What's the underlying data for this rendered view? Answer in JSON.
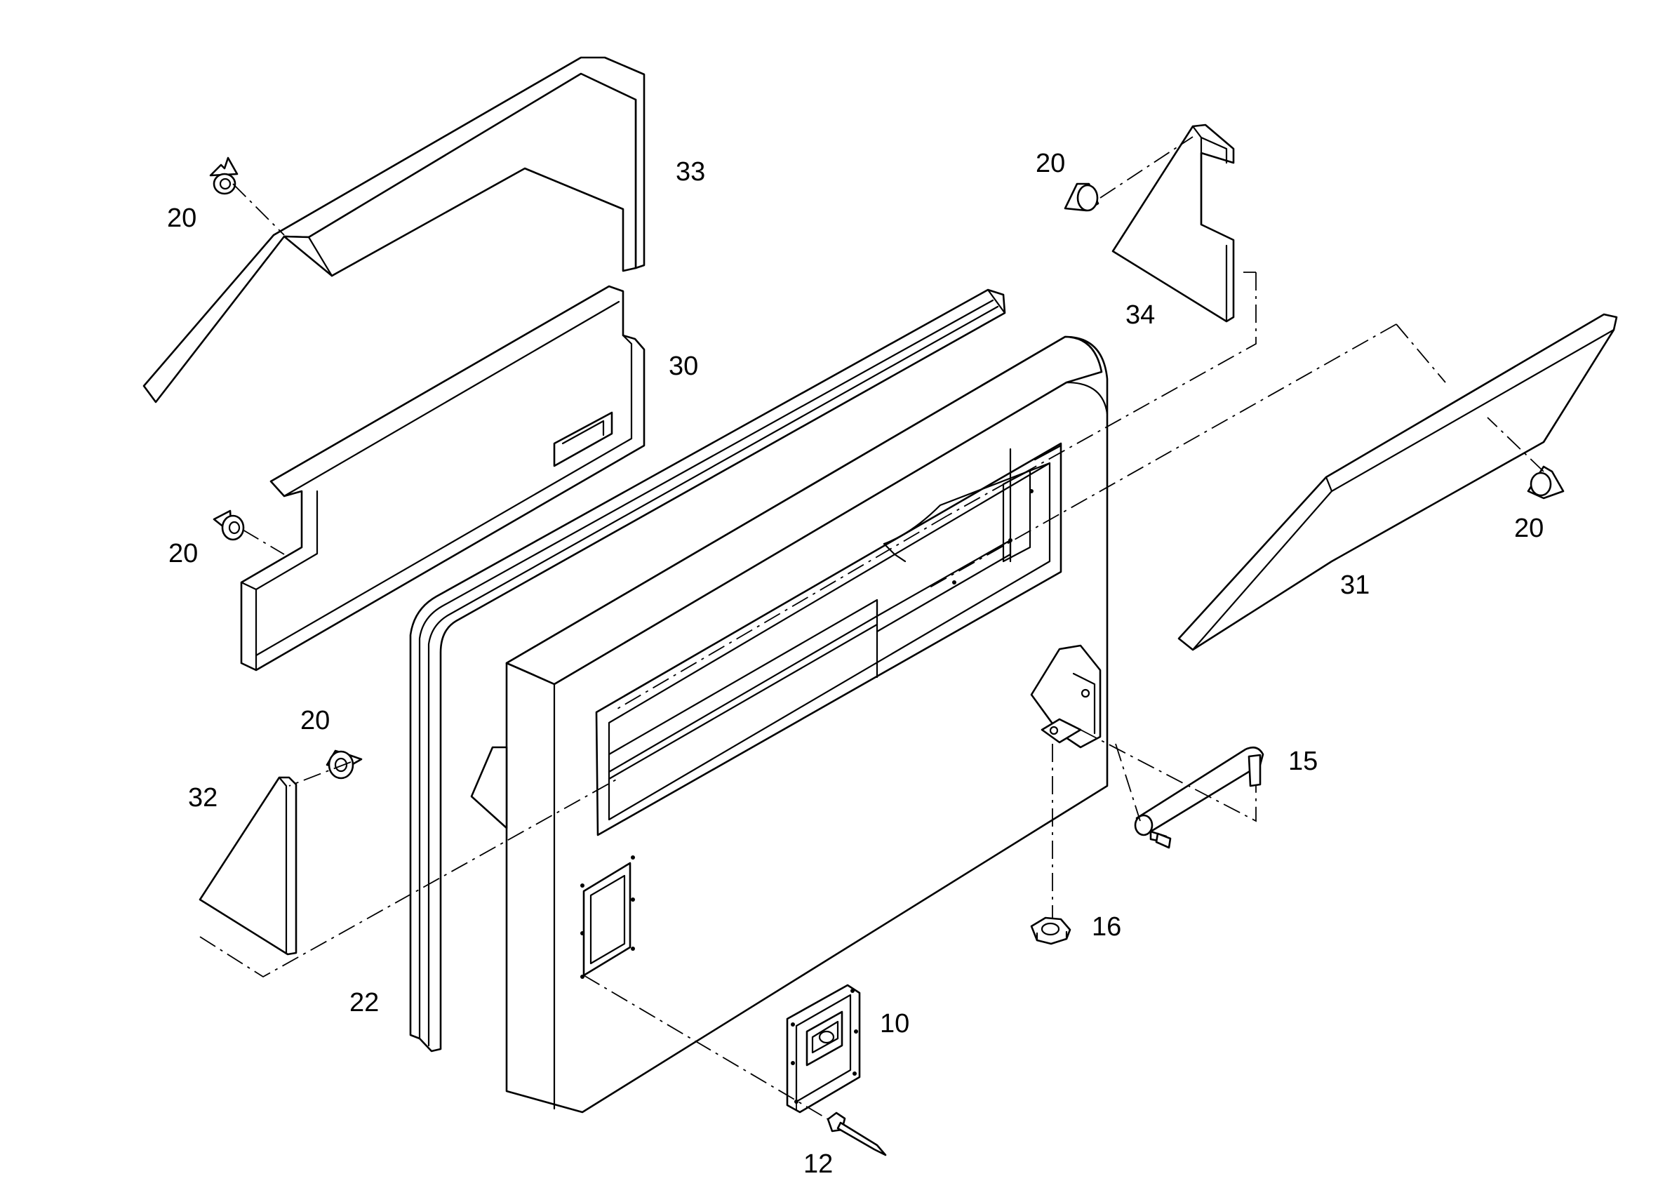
{
  "diagram": {
    "callouts": {
      "c20_top_left": "20",
      "c33": "33",
      "c20_top_right": "20",
      "c34": "34",
      "c30": "30",
      "c20_mid_left": "20",
      "c20_right": "20",
      "c31": "31",
      "c20_lower_left": "20",
      "c32": "32",
      "c15": "15",
      "c16": "16",
      "c22": "22",
      "c10": "10",
      "c12": "12"
    }
  }
}
